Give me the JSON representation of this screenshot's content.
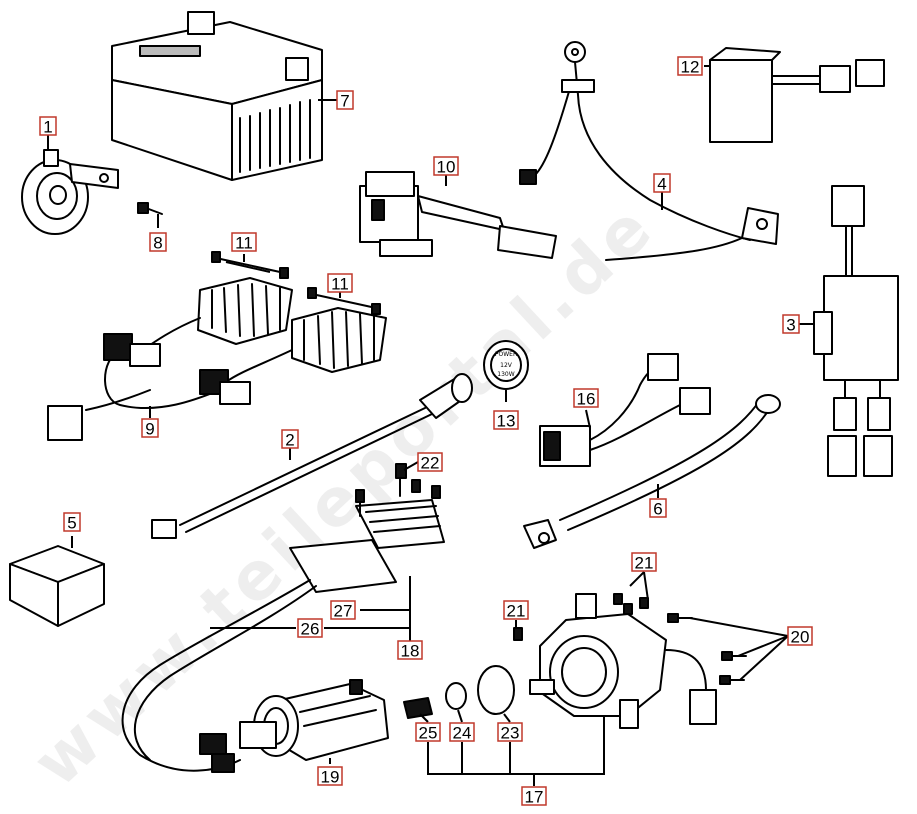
{
  "watermark": "www.teileportal.de",
  "callouts": [
    {
      "id": "c1",
      "label": "1"
    },
    {
      "id": "c2",
      "label": "2"
    },
    {
      "id": "c3",
      "label": "3"
    },
    {
      "id": "c4",
      "label": "4"
    },
    {
      "id": "c5",
      "label": "5"
    },
    {
      "id": "c6",
      "label": "6"
    },
    {
      "id": "c7",
      "label": "7"
    },
    {
      "id": "c8",
      "label": "8"
    },
    {
      "id": "c9",
      "label": "9"
    },
    {
      "id": "c10",
      "label": "10"
    },
    {
      "id": "c11a",
      "label": "11"
    },
    {
      "id": "c11b",
      "label": "11"
    },
    {
      "id": "c12",
      "label": "12"
    },
    {
      "id": "c13",
      "label": "13"
    },
    {
      "id": "c16",
      "label": "16"
    },
    {
      "id": "c17",
      "label": "17"
    },
    {
      "id": "c18",
      "label": "18"
    },
    {
      "id": "c19",
      "label": "19"
    },
    {
      "id": "c20",
      "label": "20"
    },
    {
      "id": "c21a",
      "label": "21"
    },
    {
      "id": "c21b",
      "label": "21"
    },
    {
      "id": "c22",
      "label": "22"
    },
    {
      "id": "c23",
      "label": "23"
    },
    {
      "id": "c24",
      "label": "24"
    },
    {
      "id": "c25",
      "label": "25"
    },
    {
      "id": "c26",
      "label": "26"
    },
    {
      "id": "c27",
      "label": "27"
    }
  ],
  "relay_text": {
    "line1": "POWER",
    "line2": "12V",
    "line3": "130W"
  }
}
